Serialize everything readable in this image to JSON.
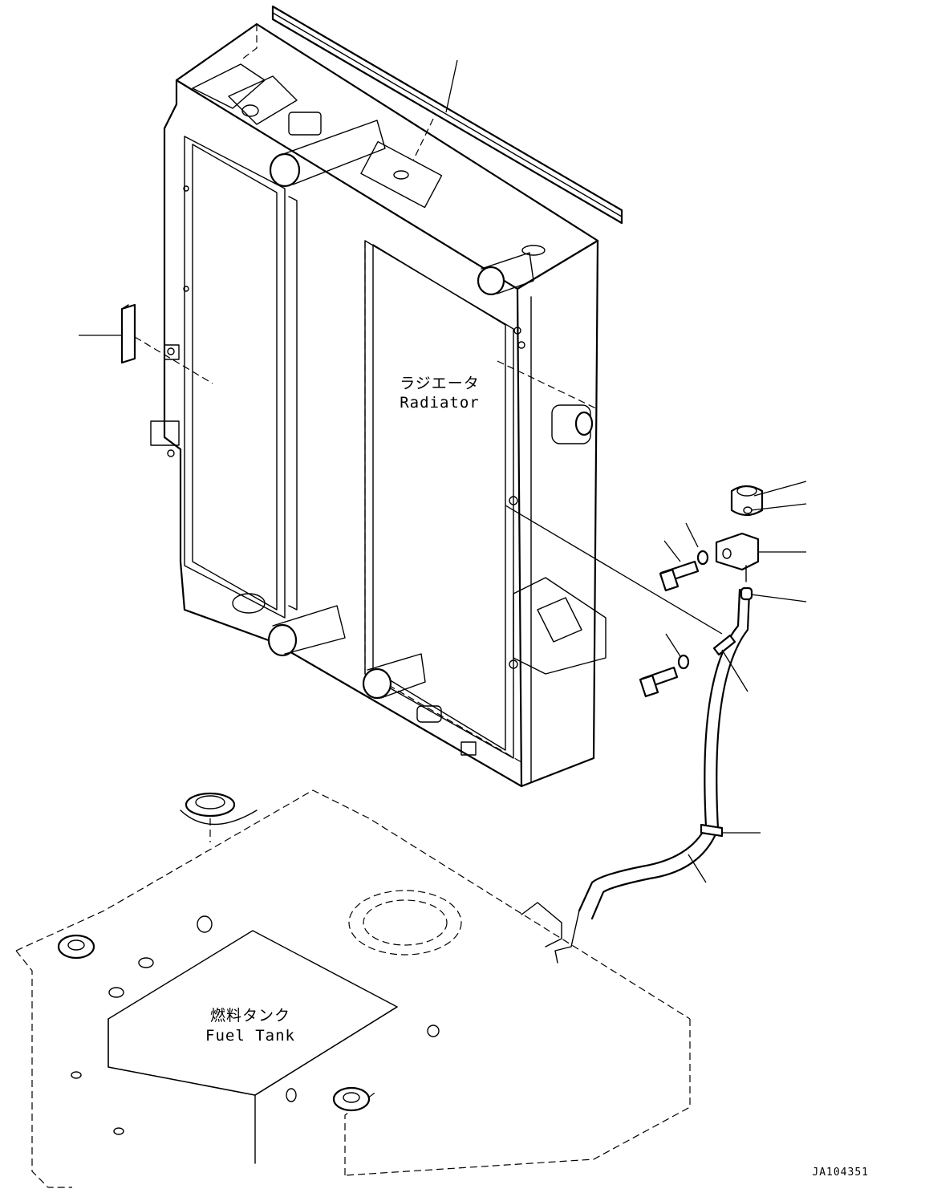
{
  "labels": {
    "radiator_ja": "ラジエータ",
    "radiator_en": "Radiator",
    "fuel_tank_ja": "燃料タンク",
    "fuel_tank_en": "Fuel Tank"
  },
  "drawing_code": "JA104351",
  "colors": {
    "ink": "#000000",
    "paper": "#ffffff"
  }
}
